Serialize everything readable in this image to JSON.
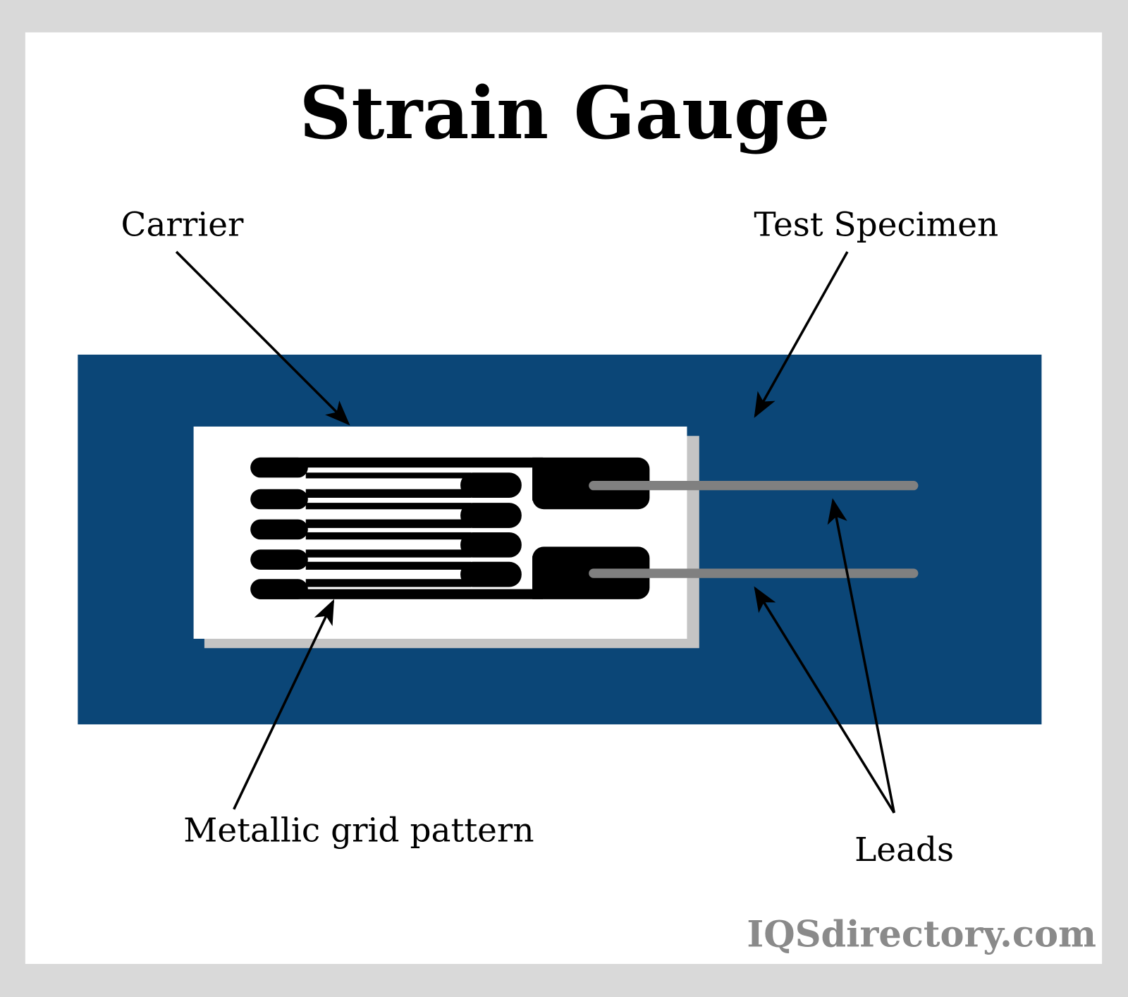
{
  "title": "Strain Gauge",
  "labels": {
    "carrier": "Carrier",
    "test_specimen": "Test Specimen",
    "metallic_grid": "Metallic grid pattern",
    "leads": "Leads"
  },
  "watermark": "IQSdirectory.com",
  "colors": {
    "frame": "#d9d9d9",
    "specimen": "#0b4677",
    "carrier": "#ffffff",
    "carrier_shadow": "#c4c4c4",
    "grid": "#000000",
    "lead": "#808080",
    "watermark": "#8a8a8a"
  }
}
